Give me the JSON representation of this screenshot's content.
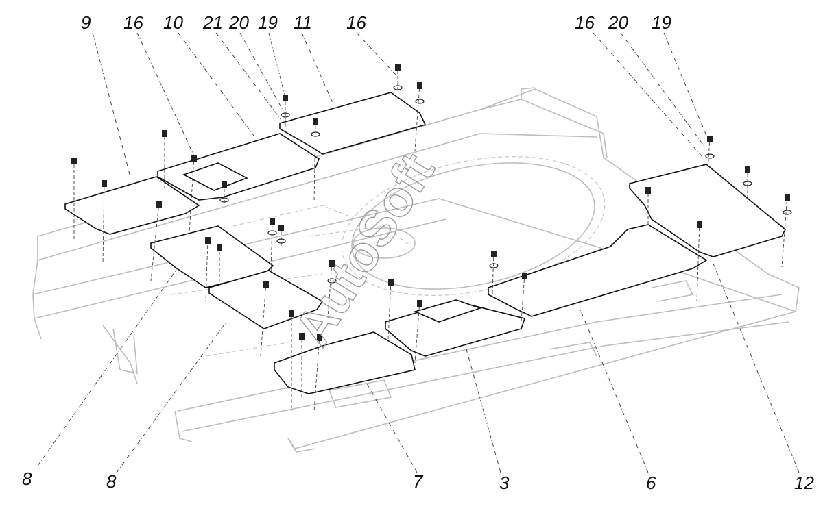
{
  "watermark": "AutoSoft",
  "callouts_top": [
    {
      "id": "t1",
      "text": "9"
    },
    {
      "id": "t2",
      "text": "16"
    },
    {
      "id": "t3",
      "text": "10"
    },
    {
      "id": "t4",
      "text": "21"
    },
    {
      "id": "t5",
      "text": "20"
    },
    {
      "id": "t6",
      "text": "19"
    },
    {
      "id": "t7",
      "text": "11"
    },
    {
      "id": "t8",
      "text": "16"
    },
    {
      "id": "t9",
      "text": "16"
    },
    {
      "id": "t10",
      "text": "20"
    },
    {
      "id": "t11",
      "text": "19"
    }
  ],
  "callouts_bottom": [
    {
      "id": "b1",
      "text": "8"
    },
    {
      "id": "b2",
      "text": "8"
    },
    {
      "id": "b3",
      "text": "7"
    },
    {
      "id": "b4",
      "text": "3"
    },
    {
      "id": "b5",
      "text": "6"
    },
    {
      "id": "b6",
      "text": "12"
    }
  ]
}
